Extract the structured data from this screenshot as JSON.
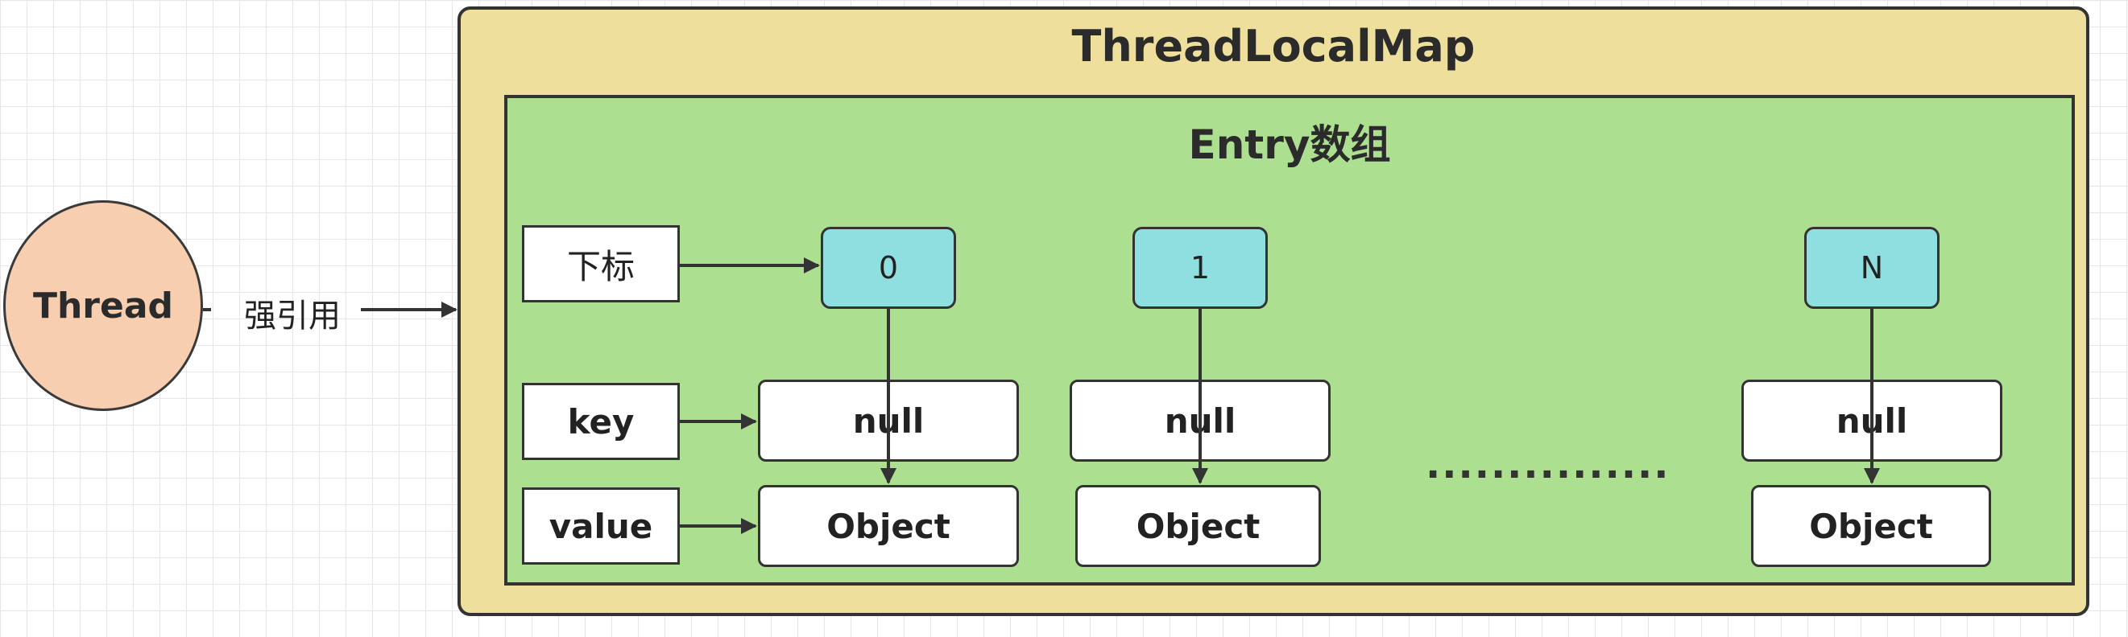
{
  "thread": {
    "label": "Thread"
  },
  "reference": {
    "label": "强引用"
  },
  "map": {
    "title": "ThreadLocalMap"
  },
  "entry_array": {
    "title": "Entry数组"
  },
  "row_labels": {
    "index": "下标",
    "key": "key",
    "value": "value"
  },
  "slots": [
    {
      "index": "0",
      "key": "null",
      "value": "Object"
    },
    {
      "index": "1",
      "key": "null",
      "value": "Object"
    },
    {
      "index": "N",
      "key": "null",
      "value": "Object"
    }
  ],
  "ellipsis": "...............",
  "colors": {
    "thread_fill": "#f7cfb0",
    "map_fill": "#eee09c",
    "entry_fill": "#acdf8f",
    "index_fill": "#8fdfe0"
  }
}
